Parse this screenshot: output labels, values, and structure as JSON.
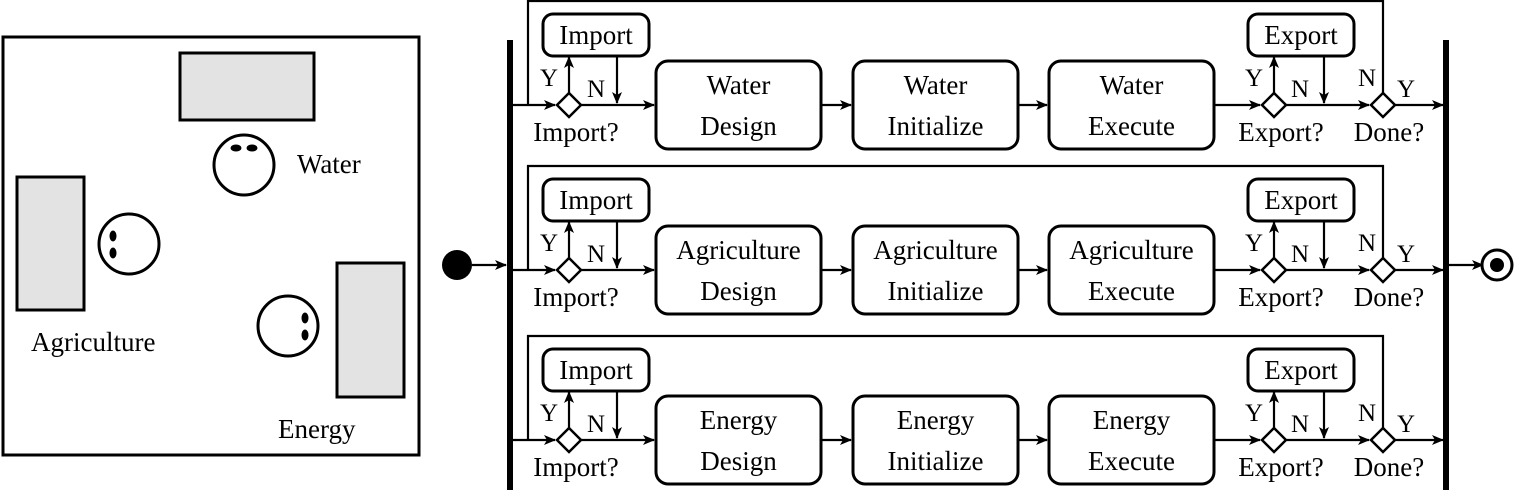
{
  "room": {
    "labels": {
      "water": "Water",
      "agriculture": "Agriculture",
      "energy": "Energy"
    }
  },
  "lanes": [
    {
      "import": "Import",
      "import_q": "Import?",
      "steps": [
        [
          "Water",
          "Design"
        ],
        [
          "Water",
          "Initialize"
        ],
        [
          "Water",
          "Execute"
        ]
      ],
      "export": "Export",
      "export_q": "Export?",
      "done_q": "Done?",
      "yes": "Y",
      "no": "N"
    },
    {
      "import": "Import",
      "import_q": "Import?",
      "steps": [
        [
          "Agriculture",
          "Design"
        ],
        [
          "Agriculture",
          "Initialize"
        ],
        [
          "Agriculture",
          "Execute"
        ]
      ],
      "export": "Export",
      "export_q": "Export?",
      "done_q": "Done?",
      "yes": "Y",
      "no": "N"
    },
    {
      "import": "Import",
      "import_q": "Import?",
      "steps": [
        [
          "Energy",
          "Design"
        ],
        [
          "Energy",
          "Initialize"
        ],
        [
          "Energy",
          "Execute"
        ]
      ],
      "export": "Export",
      "export_q": "Export?",
      "done_q": "Done?",
      "yes": "Y",
      "no": "N"
    }
  ]
}
